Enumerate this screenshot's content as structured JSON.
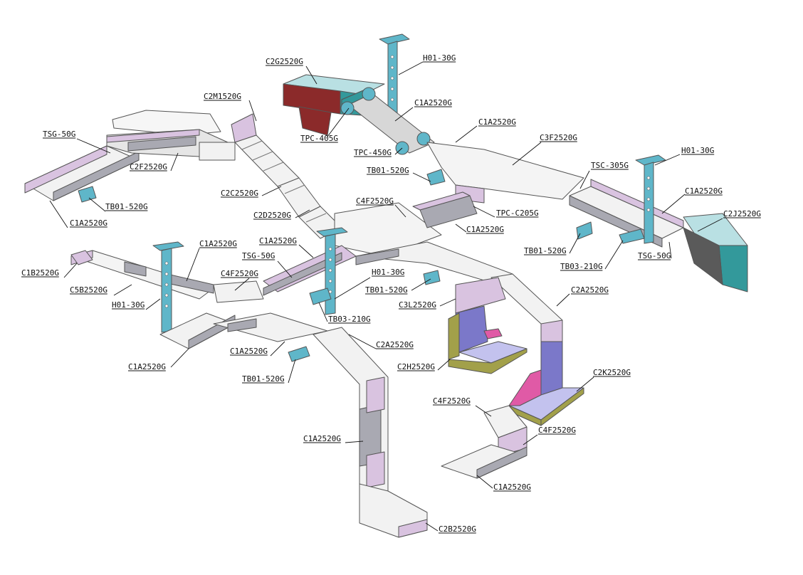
{
  "colors": {
    "tray_fill": "#f2f2f2",
    "tray_stroke": "#555555",
    "side_purple": "#d9c3e0",
    "side_grey": "#a9a9b2",
    "teal": "#33999b",
    "light_blue": "#5fb6c9",
    "dark_red": "#8b2a2a",
    "violet": "#7b78c9",
    "pink": "#e05aa6",
    "olive": "#a2a04a",
    "label": "#111111"
  },
  "labels": [
    {
      "id": "l1",
      "text": "C2G2520G"
    },
    {
      "id": "l2",
      "text": "H01-30G"
    },
    {
      "id": "l3",
      "text": "C2M1520G"
    },
    {
      "id": "l4",
      "text": "C1A2520G"
    },
    {
      "id": "l5",
      "text": "TSG-50G"
    },
    {
      "id": "l6",
      "text": "TPC-405G"
    },
    {
      "id": "l7",
      "text": "C1A2520G"
    },
    {
      "id": "l8",
      "text": "C3F2520G"
    },
    {
      "id": "l9",
      "text": "TPC-450G"
    },
    {
      "id": "l10",
      "text": "H01-30G"
    },
    {
      "id": "l11",
      "text": "C2F2520G"
    },
    {
      "id": "l12",
      "text": "TB01-520G"
    },
    {
      "id": "l13",
      "text": "TSC-305G"
    },
    {
      "id": "l14",
      "text": "C2C2520G"
    },
    {
      "id": "l15",
      "text": "C1A2520G"
    },
    {
      "id": "l16",
      "text": "TB01-520G"
    },
    {
      "id": "l17",
      "text": "C4F2520G"
    },
    {
      "id": "l18",
      "text": "C2D2520G"
    },
    {
      "id": "l19",
      "text": "C2J2520G"
    },
    {
      "id": "l20",
      "text": "TPC-C205G"
    },
    {
      "id": "l21",
      "text": "C1A2520G"
    },
    {
      "id": "l22",
      "text": "C1A2520G"
    },
    {
      "id": "l23",
      "text": "C1A2520G"
    },
    {
      "id": "l24",
      "text": "C1A2520G"
    },
    {
      "id": "l25",
      "text": "TB01-520G"
    },
    {
      "id": "l26",
      "text": "TSG-50G"
    },
    {
      "id": "l27",
      "text": "TSG-50G"
    },
    {
      "id": "l28",
      "text": "TB03-210G"
    },
    {
      "id": "l29",
      "text": "C1B2520G"
    },
    {
      "id": "l30",
      "text": "C4F2520G"
    },
    {
      "id": "l31",
      "text": "H01-30G"
    },
    {
      "id": "l32",
      "text": "C5B2520G"
    },
    {
      "id": "l33",
      "text": "TB01-520G"
    },
    {
      "id": "l34",
      "text": "C2A2520G"
    },
    {
      "id": "l35",
      "text": "H01-30G"
    },
    {
      "id": "l36",
      "text": "C3L2520G"
    },
    {
      "id": "l37",
      "text": "TB03-210G"
    },
    {
      "id": "l38",
      "text": "C2A2520G"
    },
    {
      "id": "l39",
      "text": "C1A2520G"
    },
    {
      "id": "l40",
      "text": "C1A2520G"
    },
    {
      "id": "l41",
      "text": "C2H2520G"
    },
    {
      "id": "l42",
      "text": "C2K2520G"
    },
    {
      "id": "l43",
      "text": "TB01-520G"
    },
    {
      "id": "l44",
      "text": "C4F2520G"
    },
    {
      "id": "l45",
      "text": "C4F2520G"
    },
    {
      "id": "l46",
      "text": "C1A2520G"
    },
    {
      "id": "l47",
      "text": "C1A2520G"
    },
    {
      "id": "l48",
      "text": "C2B2520G"
    }
  ]
}
